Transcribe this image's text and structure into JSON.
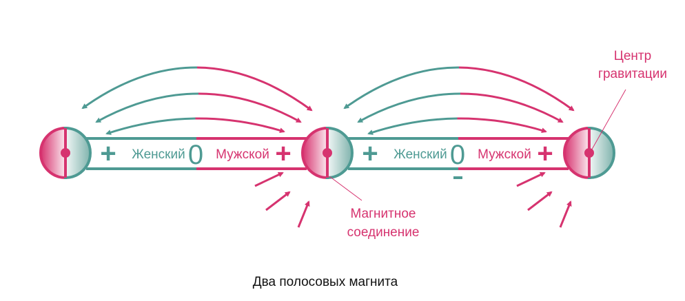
{
  "colors": {
    "teal": "#4e9a93",
    "pink": "#d6336f"
  },
  "magnets": [
    {
      "plus_left": "+",
      "female": "Женский",
      "zero": "0",
      "male": "Мужской",
      "plus_right": "+",
      "minus": ""
    },
    {
      "plus_left": "+",
      "female": "Женский",
      "zero": "0",
      "male": "Мужской",
      "plus_right": "+",
      "minus": "-"
    }
  ],
  "labels": {
    "magnetic_connection": [
      "Магнитное",
      "соединение"
    ],
    "center_of_gravity": [
      "Центр",
      "гравитации"
    ]
  },
  "caption": "Два полосовых магнита"
}
